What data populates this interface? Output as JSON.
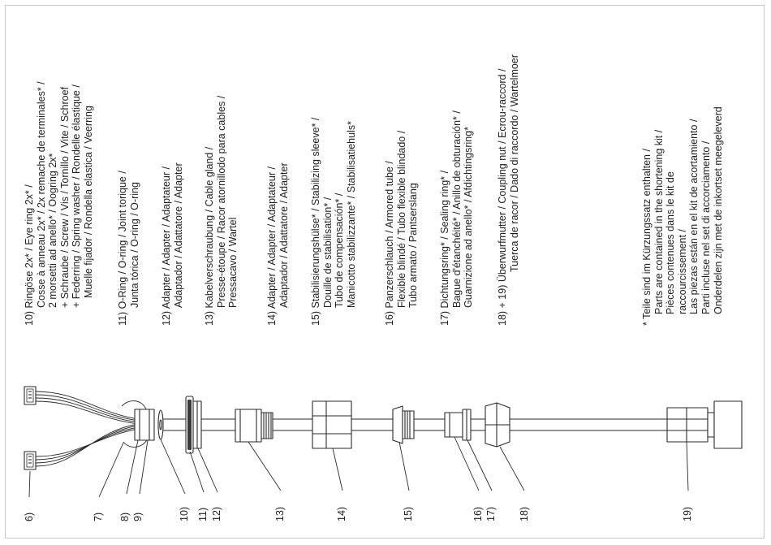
{
  "descriptions": [
    {
      "key": "d10",
      "lines": [
        "10) Ringöse 2x* / Eye ring 2x* /",
        "Cosse à anneau 2x* / 2x remache de terminales* /",
        "2 morsetti ad anello* / Oogring 2x*",
        "+ Schraube / Screw / Vis / Tornillo / Vite / Schroef",
        "+ Federring / Spring washer / Rondelle élastique /",
        "Muelle fijador / Rondella elastica / Veerring"
      ]
    },
    {
      "key": "d11",
      "lines": [
        "11) O-Ring / O-ring / Joint torique /",
        "Junta tórica / O-ring / O-ring"
      ]
    },
    {
      "key": "d12",
      "lines": [
        "12) Adapter / Adapter / Adaptateur /",
        "Adaptador / Adattatore / Adapter"
      ]
    },
    {
      "key": "d13",
      "lines": [
        "13) Kabelverschraubung / Cable gland /",
        "Presse-étoupe / Racor atornillodo para cables /",
        "Pressacavo / Wartel"
      ]
    },
    {
      "key": "d14",
      "lines": [
        "14) Adapter / Adapter / Adaptateur /",
        "Adaptador / Adattatore / Adapter"
      ]
    },
    {
      "key": "d15",
      "lines": [
        "15) Stabilisierungshülse* / Stabilizing sleeve* /",
        "Douille de stabilisation* /",
        "Tubo de compensación* /",
        "Manicotto stabilizzante* / Stabilisatiehuls*"
      ]
    },
    {
      "key": "d16",
      "lines": [
        "16) Panzerschlauch / Armored tube /",
        "Flexible blindé / Tubo flexible blindado /",
        "Tubo armato / Pantserslang"
      ]
    },
    {
      "key": "d17",
      "lines": [
        "17) Dichtungsring* / Sealing ring* /",
        "Bague d'étanchéité* / Anillo de obturación* /",
        "Guarnizione ad anello* / Afdichtingsring*"
      ]
    },
    {
      "key": "d18",
      "lines": [
        "18) + 19) Überwurfmutter / Coupling nut / Ecrou-raccord /",
        "Tuerca de racor / Dado di raccordo / Wartelmoer"
      ]
    }
  ],
  "footnote": [
    "* Teile sind im Kürzungssatz enthalten /",
    "Parts are contained in the shortening kit /",
    "Pièces contenues dans le kit de",
    "raccourcissement /",
    "Las piezas están en el kit de acortamiento /",
    "Parti incluse nel set di accorciamento /",
    "Onderdelen zijn met de inkortset meegeleverd"
  ],
  "callouts": [
    "6)",
    "7)",
    "8)",
    "9)",
    "10)",
    "11)",
    "12)",
    "13)",
    "14)",
    "15)",
    "16)",
    "17)",
    "18)",
    "19)"
  ]
}
